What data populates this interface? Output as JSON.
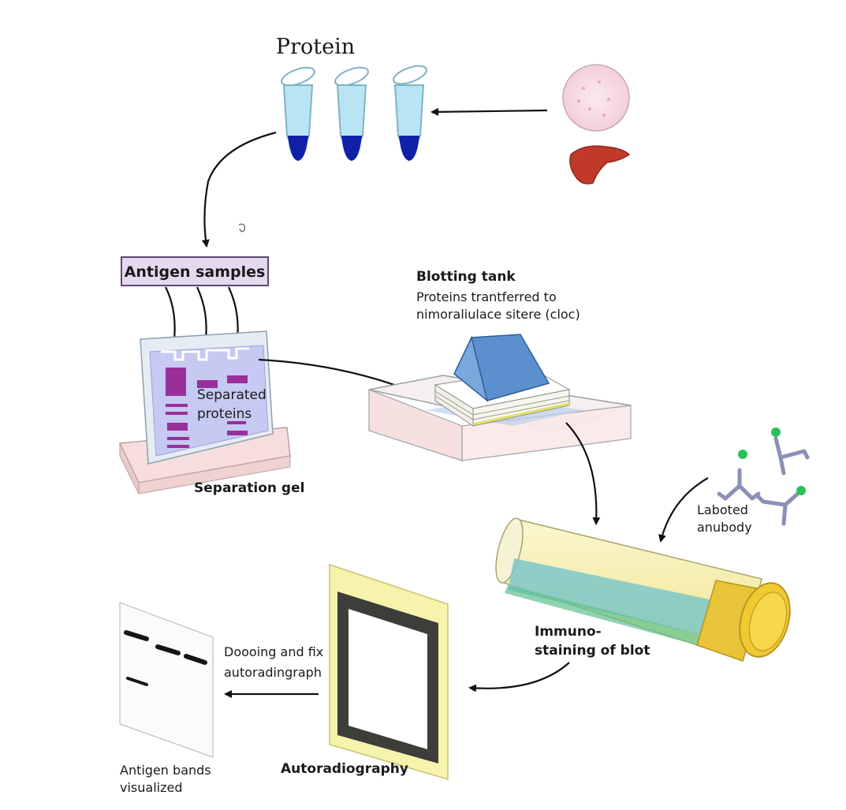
{
  "labels": {
    "protein": "Protein",
    "antigen_samples": "Antigen samples",
    "separated_proteins_1": "Separated",
    "separated_proteins_2": "proteins",
    "separation_gel": "Separation gel",
    "blotting_tank": "Blotting tank",
    "blotting_desc_1": "Proteins trantferred to",
    "blotting_desc_2": "nimoraliulace sitere (cloc)",
    "labeled_antibody_1": "Laboted",
    "labeled_antibody_2": "anubody",
    "immuno_1": "Immuno-",
    "immuno_2": "staining of blot",
    "develop_1": "Doooing and fix",
    "develop_2": "autoradingraph",
    "autoradiography": "Autoradiography",
    "bands_1": "Antigen bands",
    "bands_2": "visualized"
  },
  "colors": {
    "tube_liquid": "#b9e4f3",
    "tube_pellet": "#1020a8",
    "label_box_fill": "#e4d9ef",
    "label_box_stroke": "#5a4a72",
    "gel_fill": "#c6c9f2",
    "gel_band": "#9a2f9a",
    "tank_block": "#5b8fcf",
    "tube_yellow": "#f0e27a",
    "antibody": "#8d90b5",
    "antibody_tag": "#2fbf5a",
    "film_frame": "#f6f3ad"
  }
}
